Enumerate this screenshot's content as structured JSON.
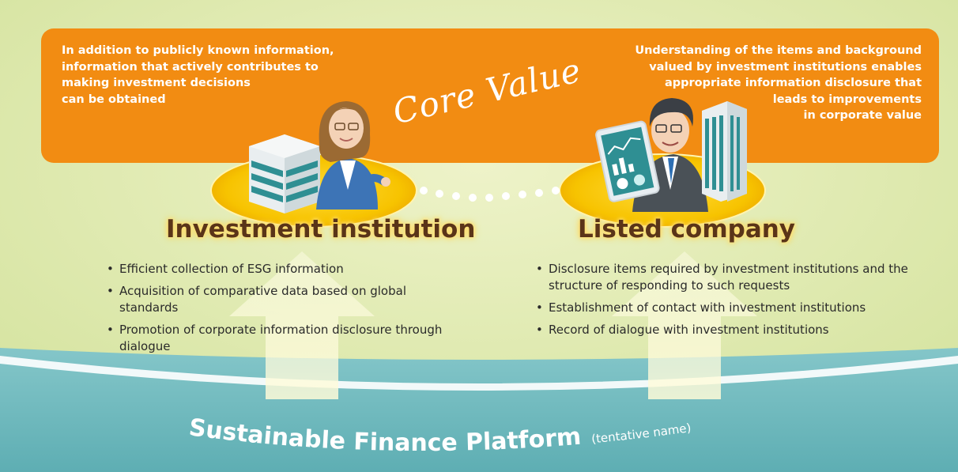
{
  "banner": {
    "investment_value_lines": [
      "In addition to publicly known information,",
      "information that actively contributes to",
      "making investment decisions",
      "can be obtained"
    ],
    "company_value_lines": [
      "Understanding of the items and background",
      "valued by investment institutions enables",
      "appropriate information disclosure that",
      "leads to improvements",
      "in corporate value"
    ],
    "core_value_label": "Core Value"
  },
  "investment_institution": {
    "title": "Investment institution",
    "benefits": [
      "Efficient collection of ESG information",
      "Acquisition of comparative data based on global standards",
      "Promotion of corporate information disclosure through dialogue"
    ]
  },
  "listed_company": {
    "title": "Listed company",
    "benefits": [
      "Disclosure items required by investment institutions and the structure of responding to such requests",
      "Establishment of contact with investment institutions",
      "Record of dialogue with investment institutions"
    ]
  },
  "platform": {
    "name": "Sustainable Finance Platform",
    "note": "(tentative name)"
  },
  "colors": {
    "background_green": "#d8e6a6",
    "banner_orange": "#f28c12",
    "ellipse_yellow": "#f6c400",
    "platform_teal": "#6fb9bd",
    "title_brown": "#5a3418"
  },
  "icons": [
    "office-building-icon",
    "businesswoman-icon",
    "businessman-icon",
    "tablet-chart-icon",
    "skyscraper-icon",
    "connector-dots-icon",
    "upward-arrow-icon"
  ]
}
